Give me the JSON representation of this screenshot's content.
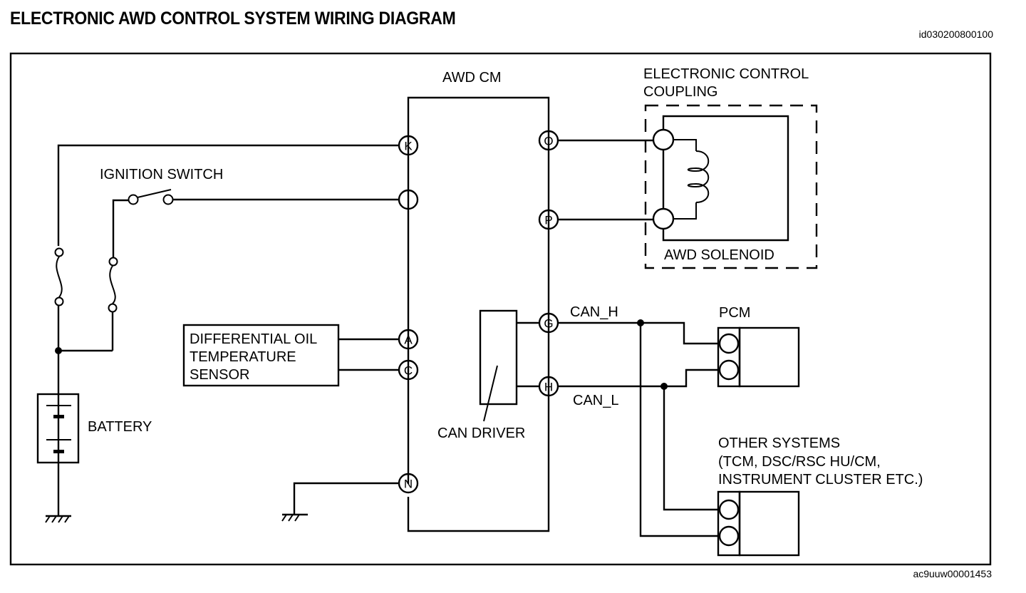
{
  "header": {
    "title": "ELECTRONIC AWD CONTROL SYSTEM WIRING DIAGRAM",
    "doc_id": "id030200800100"
  },
  "footer": {
    "figure_id": "ac9uuw00001453"
  },
  "diagram": {
    "control_module": {
      "label": "AWD CM",
      "pins": {
        "K": "K",
        "I": "I",
        "A": "A",
        "C": "C",
        "N": "N",
        "O": "O",
        "P": "P",
        "G": "G",
        "H": "H"
      }
    },
    "ignition_switch": {
      "label": "IGNITION SWITCH"
    },
    "battery": {
      "label": "BATTERY"
    },
    "sensor": {
      "lines": [
        "DIFFERENTIAL OIL",
        "TEMPERATURE",
        "SENSOR"
      ]
    },
    "coupling": {
      "lines": [
        "ELECTRONIC CONTROL",
        "COUPLING"
      ],
      "solenoid_label": "AWD SOLENOID"
    },
    "can_driver": {
      "label": "CAN DRIVER"
    },
    "can_bus": {
      "high_label": "CAN_H",
      "low_label": "CAN_L"
    },
    "pcm": {
      "label": "PCM"
    },
    "other_systems": {
      "lines": [
        "OTHER SYSTEMS",
        "(TCM, DSC/RSC HU/CM,",
        "INSTRUMENT CLUSTER ETC.)"
      ]
    }
  }
}
